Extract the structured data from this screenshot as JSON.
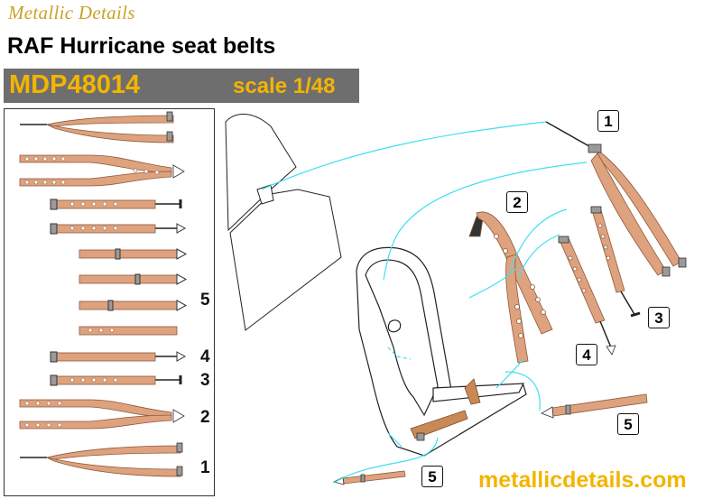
{
  "brand": "Metallic Details",
  "title": "RAF Hurricane seat belts",
  "code": "MDP48014",
  "scale": "scale 1/48",
  "website": "metallicdetails.com",
  "panel_labels": {
    "five": "5",
    "four": "4",
    "three": "3",
    "two": "2",
    "one": "1"
  },
  "callouts": {
    "one": "1",
    "two": "2",
    "three": "3",
    "four": "4",
    "five_right": "5",
    "five_bottom": "5"
  },
  "colors": {
    "belt": "#dfa27e",
    "accent": "#f4b400",
    "leader": "#3ee0ee",
    "bar": "#6e6e6e"
  }
}
